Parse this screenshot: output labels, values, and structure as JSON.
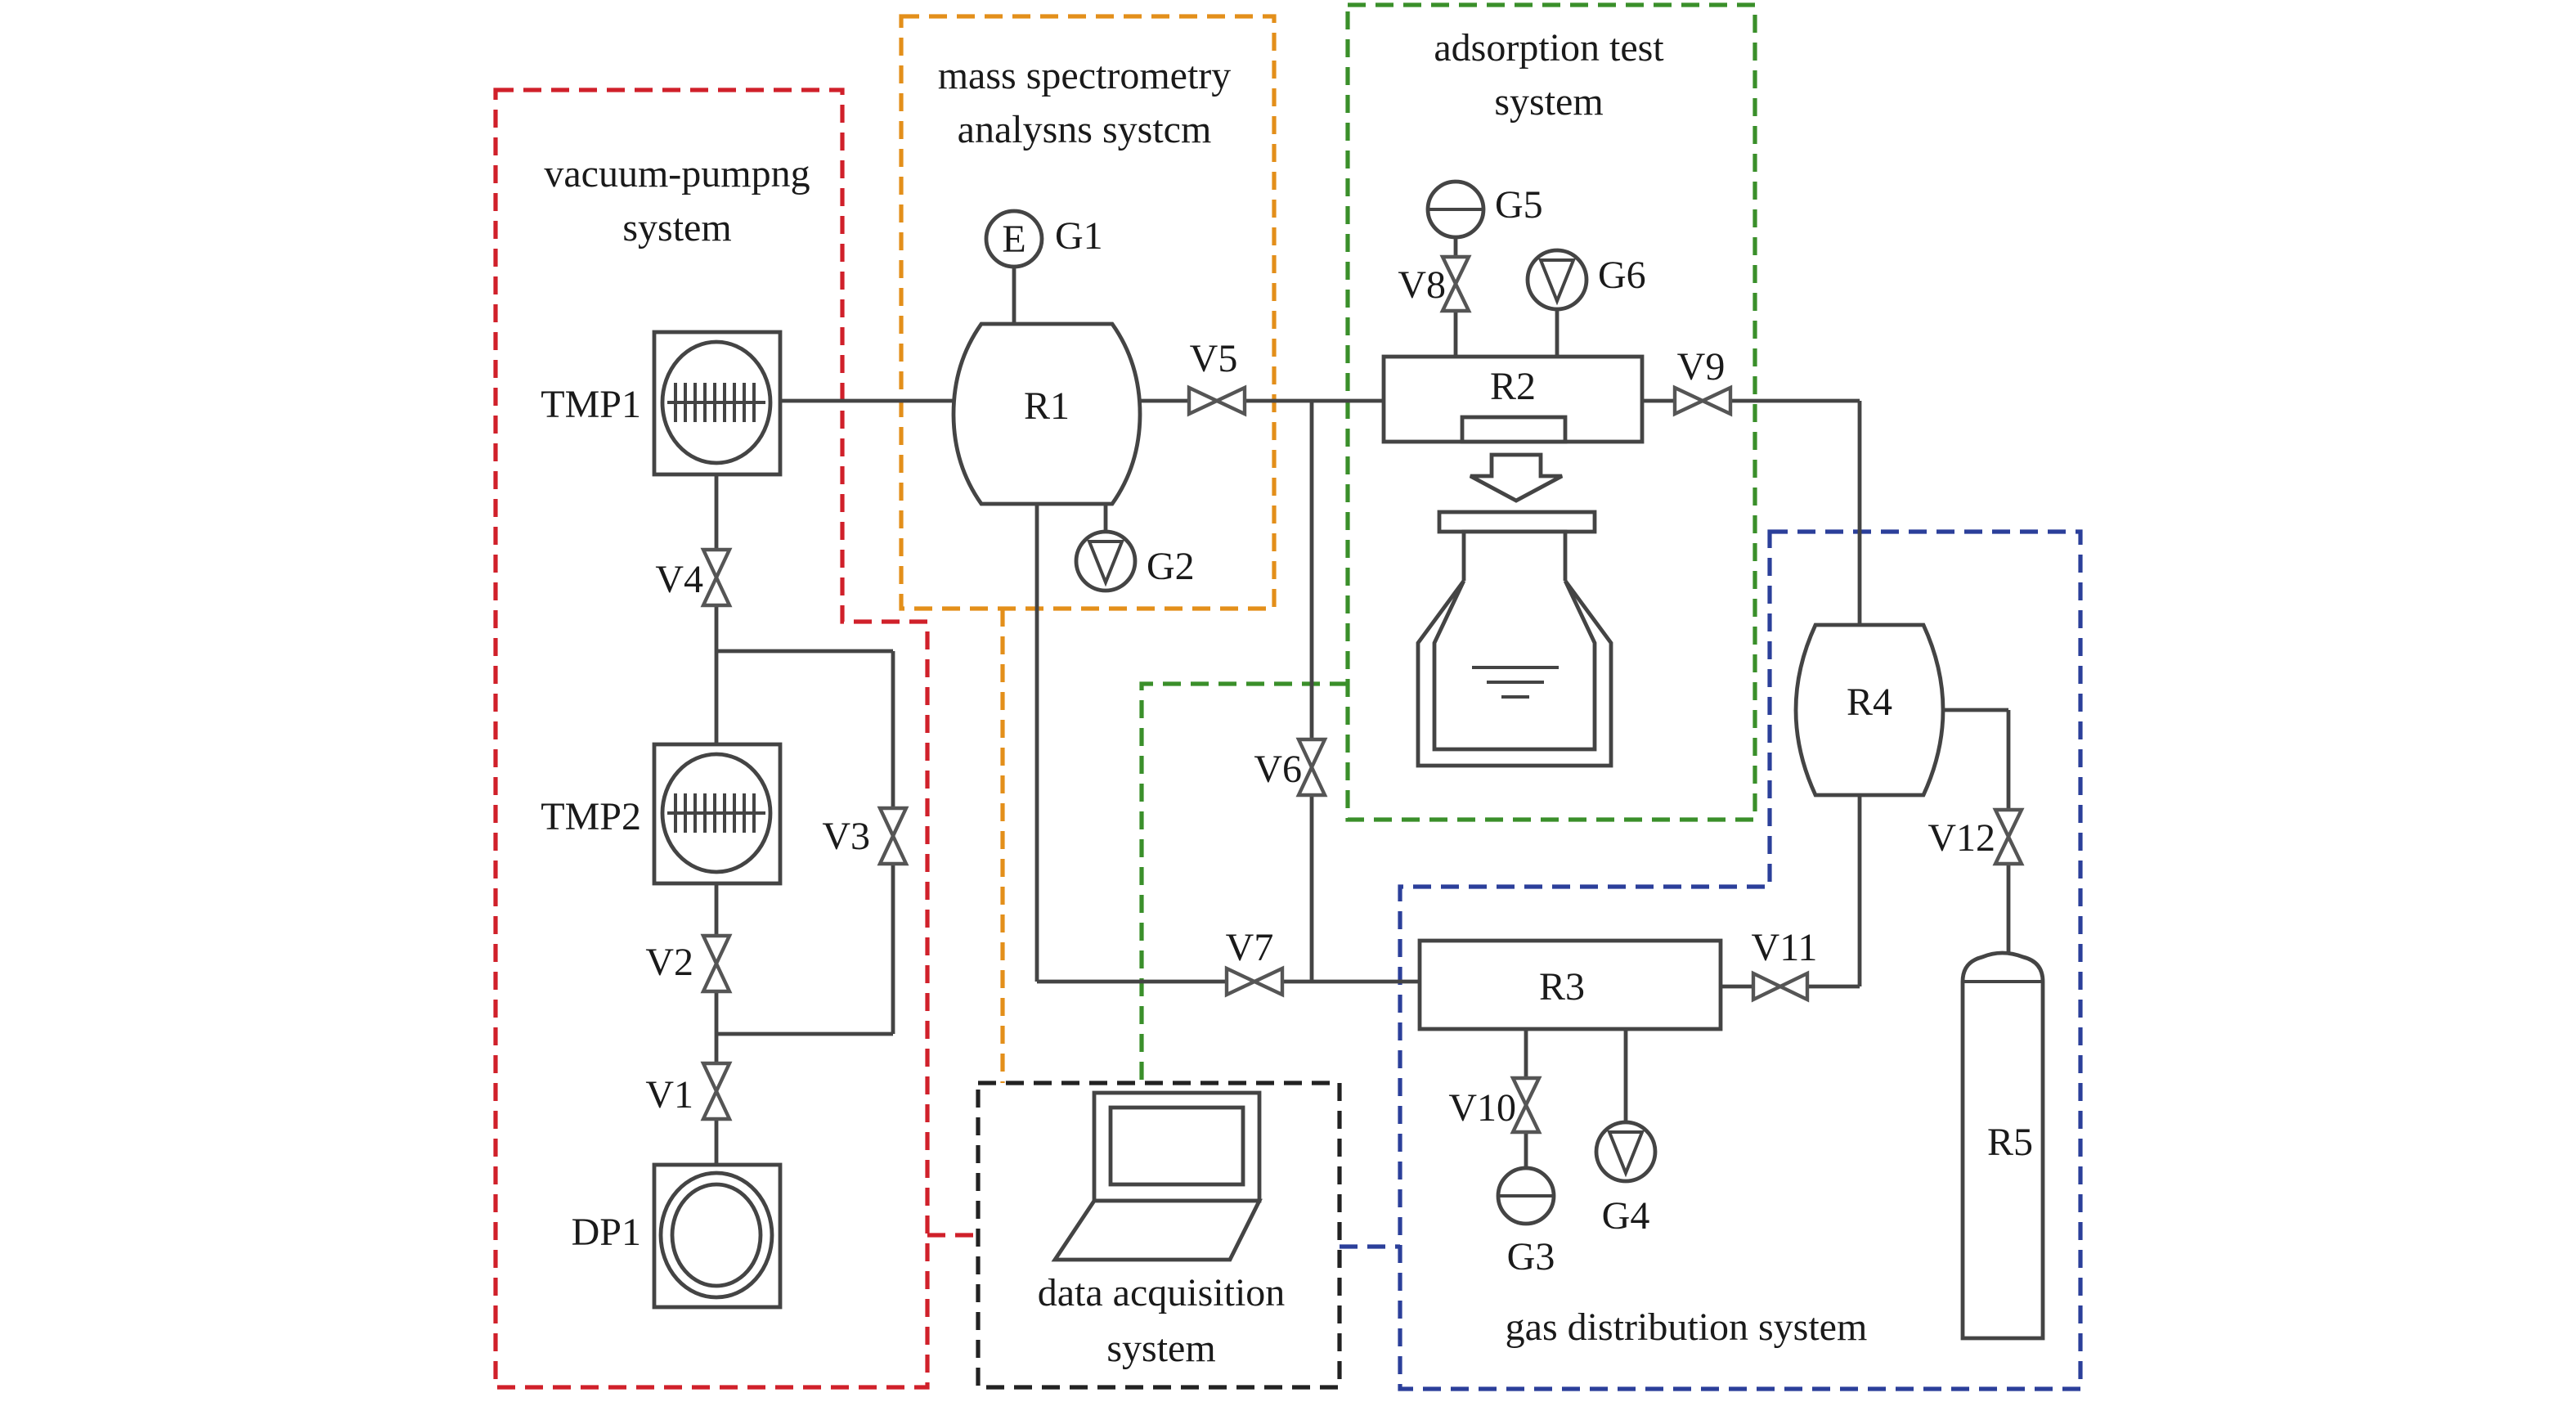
{
  "colors": {
    "vacuum_box": "#d0202a",
    "mass_spec_box": "#e38f1a",
    "adsorption_box": "#3a8f2a",
    "gas_dist_box": "#2b3f9a",
    "daq_box": "#222222",
    "lines": "#444444"
  },
  "subsystems": {
    "vacuum": "vacuum-pumpng system",
    "vacuum_line1": "vacuum-pumpng",
    "vacuum_line2": "system",
    "mass_spec_line1": "mass spectrometry",
    "mass_spec_line2": "analysns systcm",
    "adsorption_line1": "adsorption test",
    "adsorption_line2": "system",
    "gas_distribution": "gas distribution system",
    "daq_line1": "data acquisition",
    "daq_line2": "system"
  },
  "components": {
    "tmp1": "TMP1",
    "tmp2": "TMP2",
    "dp1": "DP1",
    "r1": "R1",
    "r2": "R2",
    "r3": "R3",
    "r4": "R4",
    "r5": "R5",
    "g1_symbol": "E",
    "g1": "G1",
    "g2": "G2",
    "g3": "G3",
    "g4": "G4",
    "g5": "G5",
    "g6": "G6"
  },
  "valves": {
    "v1": "V1",
    "v2": "V2",
    "v3": "V3",
    "v4": "V4",
    "v5": "V5",
    "v6": "V6",
    "v7": "V7",
    "v8": "V8",
    "v9": "V9",
    "v10": "V10",
    "v11": "V11",
    "v12": "V12"
  }
}
